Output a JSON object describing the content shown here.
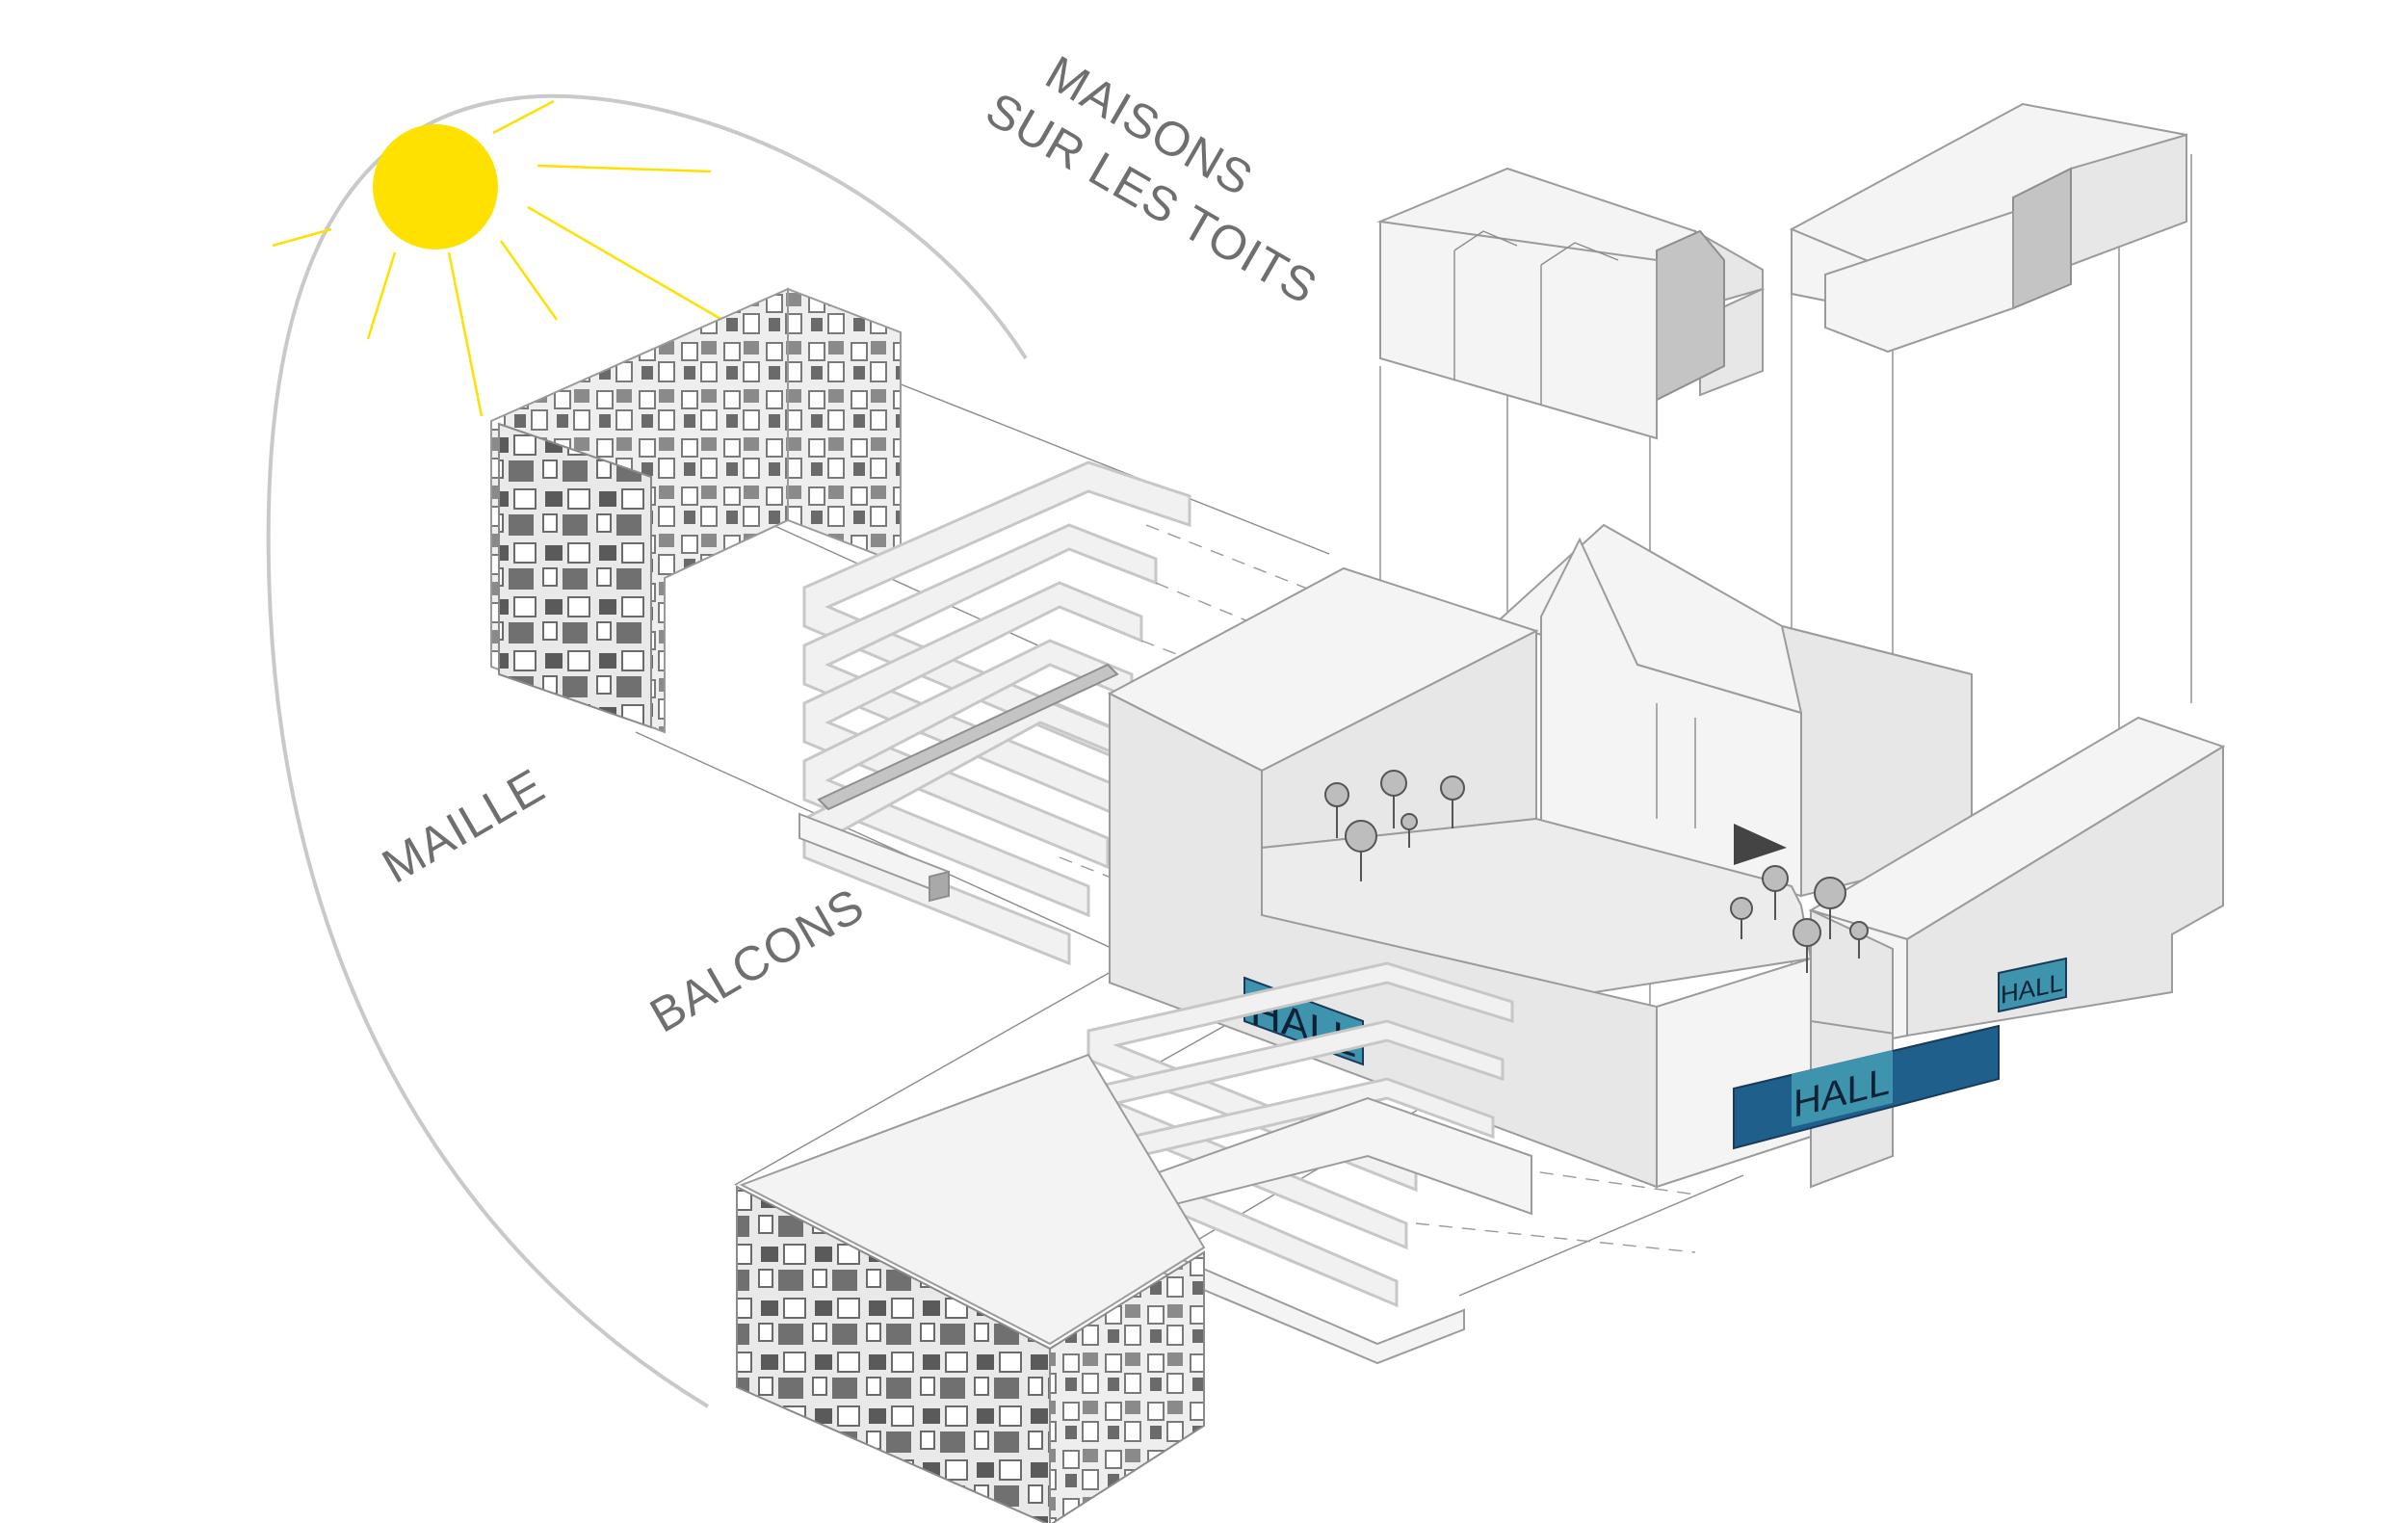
{
  "labels": {
    "maisons_line1": "MAISONS",
    "maisons_line2": "SUR LES TOITS",
    "maille": "MAILLE",
    "balcons": "BALCONS"
  },
  "halls": [
    "HALL",
    "HALL",
    "HALL"
  ],
  "colors": {
    "sun": "#ffe100",
    "hall_teal": "#3e93ad",
    "hall_dark": "#1f5f8b",
    "orbit": "#c9c9c9"
  }
}
